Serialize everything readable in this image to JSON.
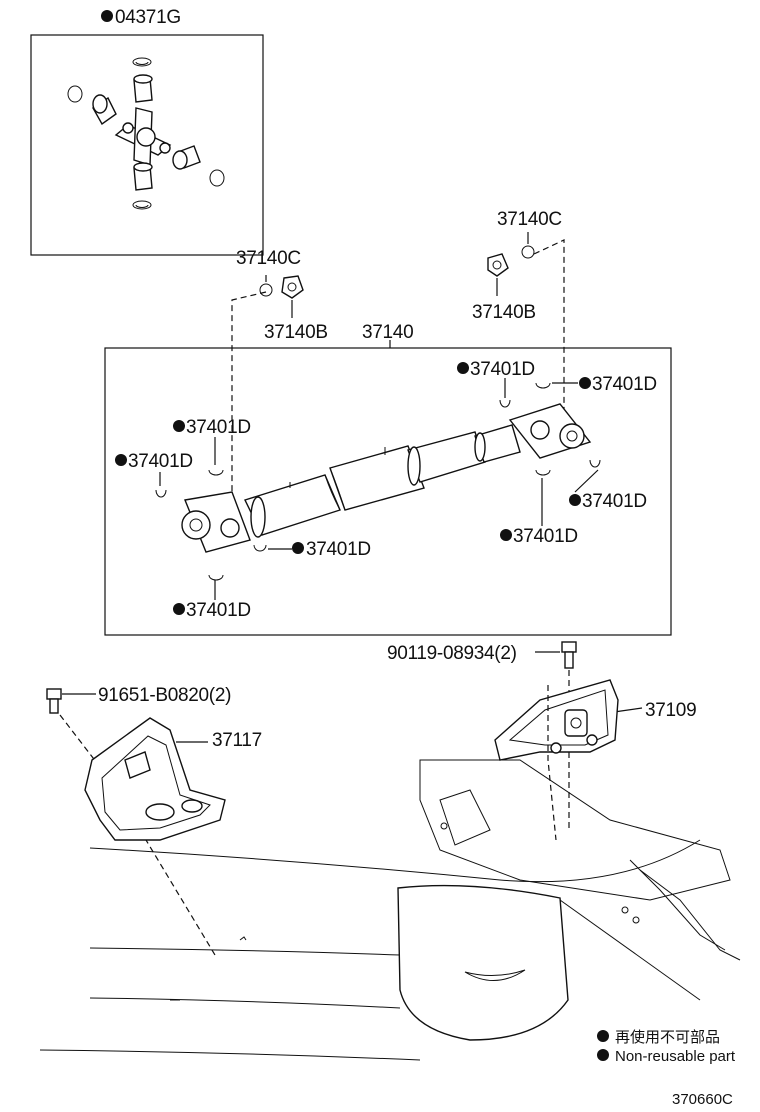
{
  "parts": {
    "kit_04371g": "04371G",
    "yoke_37140c_left": "37140C",
    "nut_37140b_left": "37140B",
    "shaft_37140": "37140",
    "yoke_37140c_right": "37140C",
    "nut_37140b_right": "37140B",
    "clip_a": "37401D",
    "clip_b": "37401D",
    "clip_c": "37401D",
    "clip_d": "37401D",
    "clip_e": "37401D",
    "clip_f": "37401D",
    "clip_g": "37401D",
    "clip_h": "37401D",
    "bolt_90119": "90119-08934(2)",
    "bracket_37109": "37109",
    "bolt_91651": "91651-B0820(2)",
    "bracket_37117": "37117"
  },
  "legend": {
    "line1": "再使用不可部品",
    "line2": "Non-reusable part"
  },
  "diagram_code": "370660C"
}
